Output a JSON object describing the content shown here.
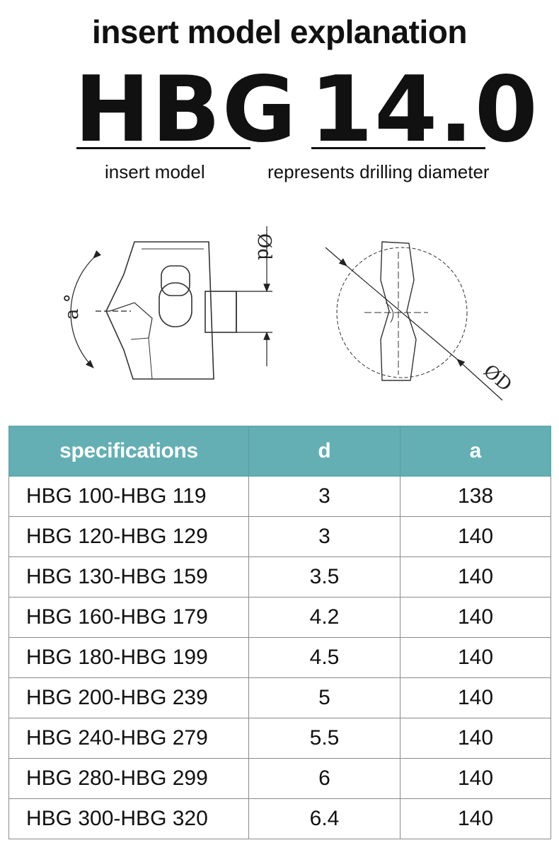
{
  "title": "insert model explanation",
  "code": {
    "model": "HBG",
    "diameter": "14.0",
    "model_caption": "insert model",
    "diameter_caption": "represents drilling diameter"
  },
  "drawing": {
    "label_d": "Ød",
    "label_a": "a °",
    "label_D": "ØD"
  },
  "table": {
    "headers": [
      "specifications",
      "d",
      "a"
    ],
    "rows": [
      [
        "HBG 100-HBG 119",
        "3",
        "138"
      ],
      [
        "HBG 120-HBG 129",
        "3",
        "140"
      ],
      [
        "HBG 130-HBG 159",
        "3.5",
        "140"
      ],
      [
        "HBG 160-HBG 179",
        "4.2",
        "140"
      ],
      [
        "HBG 180-HBG 199",
        "4.5",
        "140"
      ],
      [
        "HBG 200-HBG 239",
        "5",
        "140"
      ],
      [
        "HBG 240-HBG 279",
        "5.5",
        "140"
      ],
      [
        "HBG 280-HBG 299",
        "6",
        "140"
      ],
      [
        "HBG 300-HBG 320",
        "6.4",
        "140"
      ]
    ],
    "header_color": "#63afb3"
  }
}
